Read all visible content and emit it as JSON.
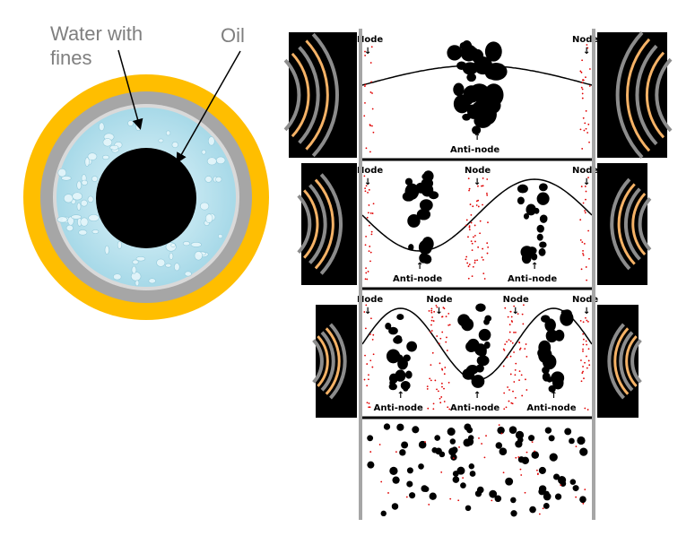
{
  "cross_section": {
    "labels": {
      "water_line1": "Water with",
      "water_line2": "fines",
      "oil": "Oil"
    },
    "colors": {
      "outer_ring": "#FFBE00",
      "pipe_wall": "#A6A6A6",
      "water": "#BDE7F1",
      "oil": "#000000"
    }
  },
  "standing_wave_panels": {
    "node_label": "Node",
    "anti_node_label": "Anti-node",
    "wall_color": "#A6A6A6",
    "transducer_arc_color": "#F5B266",
    "fines_color": "#E00000",
    "panels": [
      {
        "nodes": [
          "Node",
          "Node"
        ],
        "anti_nodes": [
          "Anti-node"
        ],
        "half_waves": 1
      },
      {
        "nodes": [
          "Node",
          "Node",
          "Node"
        ],
        "anti_nodes": [
          "Anti-node",
          "Anti-node"
        ],
        "half_waves": 2
      },
      {
        "nodes": [
          "Node",
          "Node",
          "Node",
          "Node"
        ],
        "anti_nodes": [
          "Anti-node",
          "Anti-node",
          "Anti-node"
        ],
        "half_waves": 3
      },
      {
        "nodes": [],
        "anti_nodes": [],
        "half_waves": 0
      }
    ]
  }
}
